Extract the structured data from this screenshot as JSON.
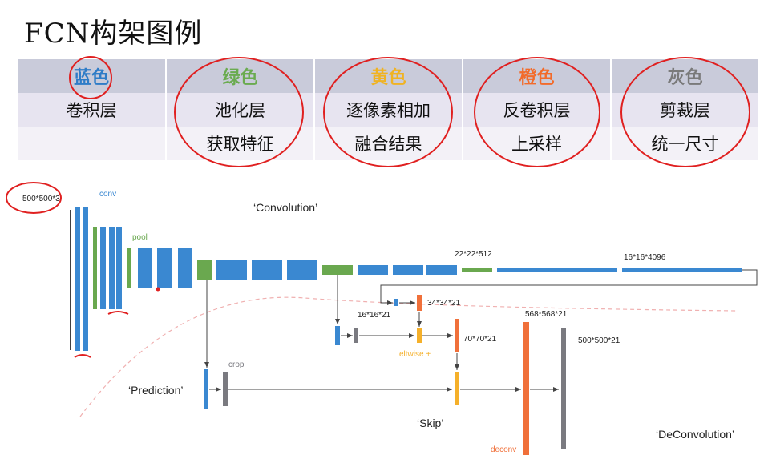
{
  "title": "FCN构架图例",
  "legend": {
    "columns": [
      {
        "color_name": "蓝色",
        "color": "#2e7cc7",
        "line1": "卷积层",
        "line2": ""
      },
      {
        "color_name": "绿色",
        "color": "#6aab4f",
        "line1": "池化层",
        "line2": "获取特征"
      },
      {
        "color_name": "黄色",
        "color": "#f0b323",
        "line1": "逐像素相加",
        "line2": "融合结果"
      },
      {
        "color_name": "橙色",
        "color": "#f26b2b",
        "line1": "反卷积层",
        "line2": "上采样"
      },
      {
        "color_name": "灰色",
        "color": "#7a7a7a",
        "line1": "剪裁层",
        "line2": "统一尺寸"
      }
    ]
  },
  "colors": {
    "conv": "#3a88d1",
    "pool": "#6aa84f",
    "eltwise": "#f5b02a",
    "deconv": "#f0703a",
    "crop": "#7a7a80",
    "annotation": "#e02020"
  },
  "diagram": {
    "input_size": "500*500*3",
    "conv_label": "conv",
    "pool_label": "pool",
    "convolution_label": "‘Convolution’",
    "size_22": "22*22*512",
    "size_16_4096": "16*16*4096",
    "size_16_21": "16*16*21",
    "size_34": "34*34*21",
    "size_70": "70*70*21",
    "size_568": "568*568*21",
    "size_500_21": "500*500*21",
    "crop_label": "crop",
    "eltwise_label": "eltwise +",
    "prediction_label": "‘Prediction’",
    "skip_label": "‘Skip’",
    "deconv_label": "deconv",
    "deconvolution_label": "‘DeConvolution’"
  }
}
